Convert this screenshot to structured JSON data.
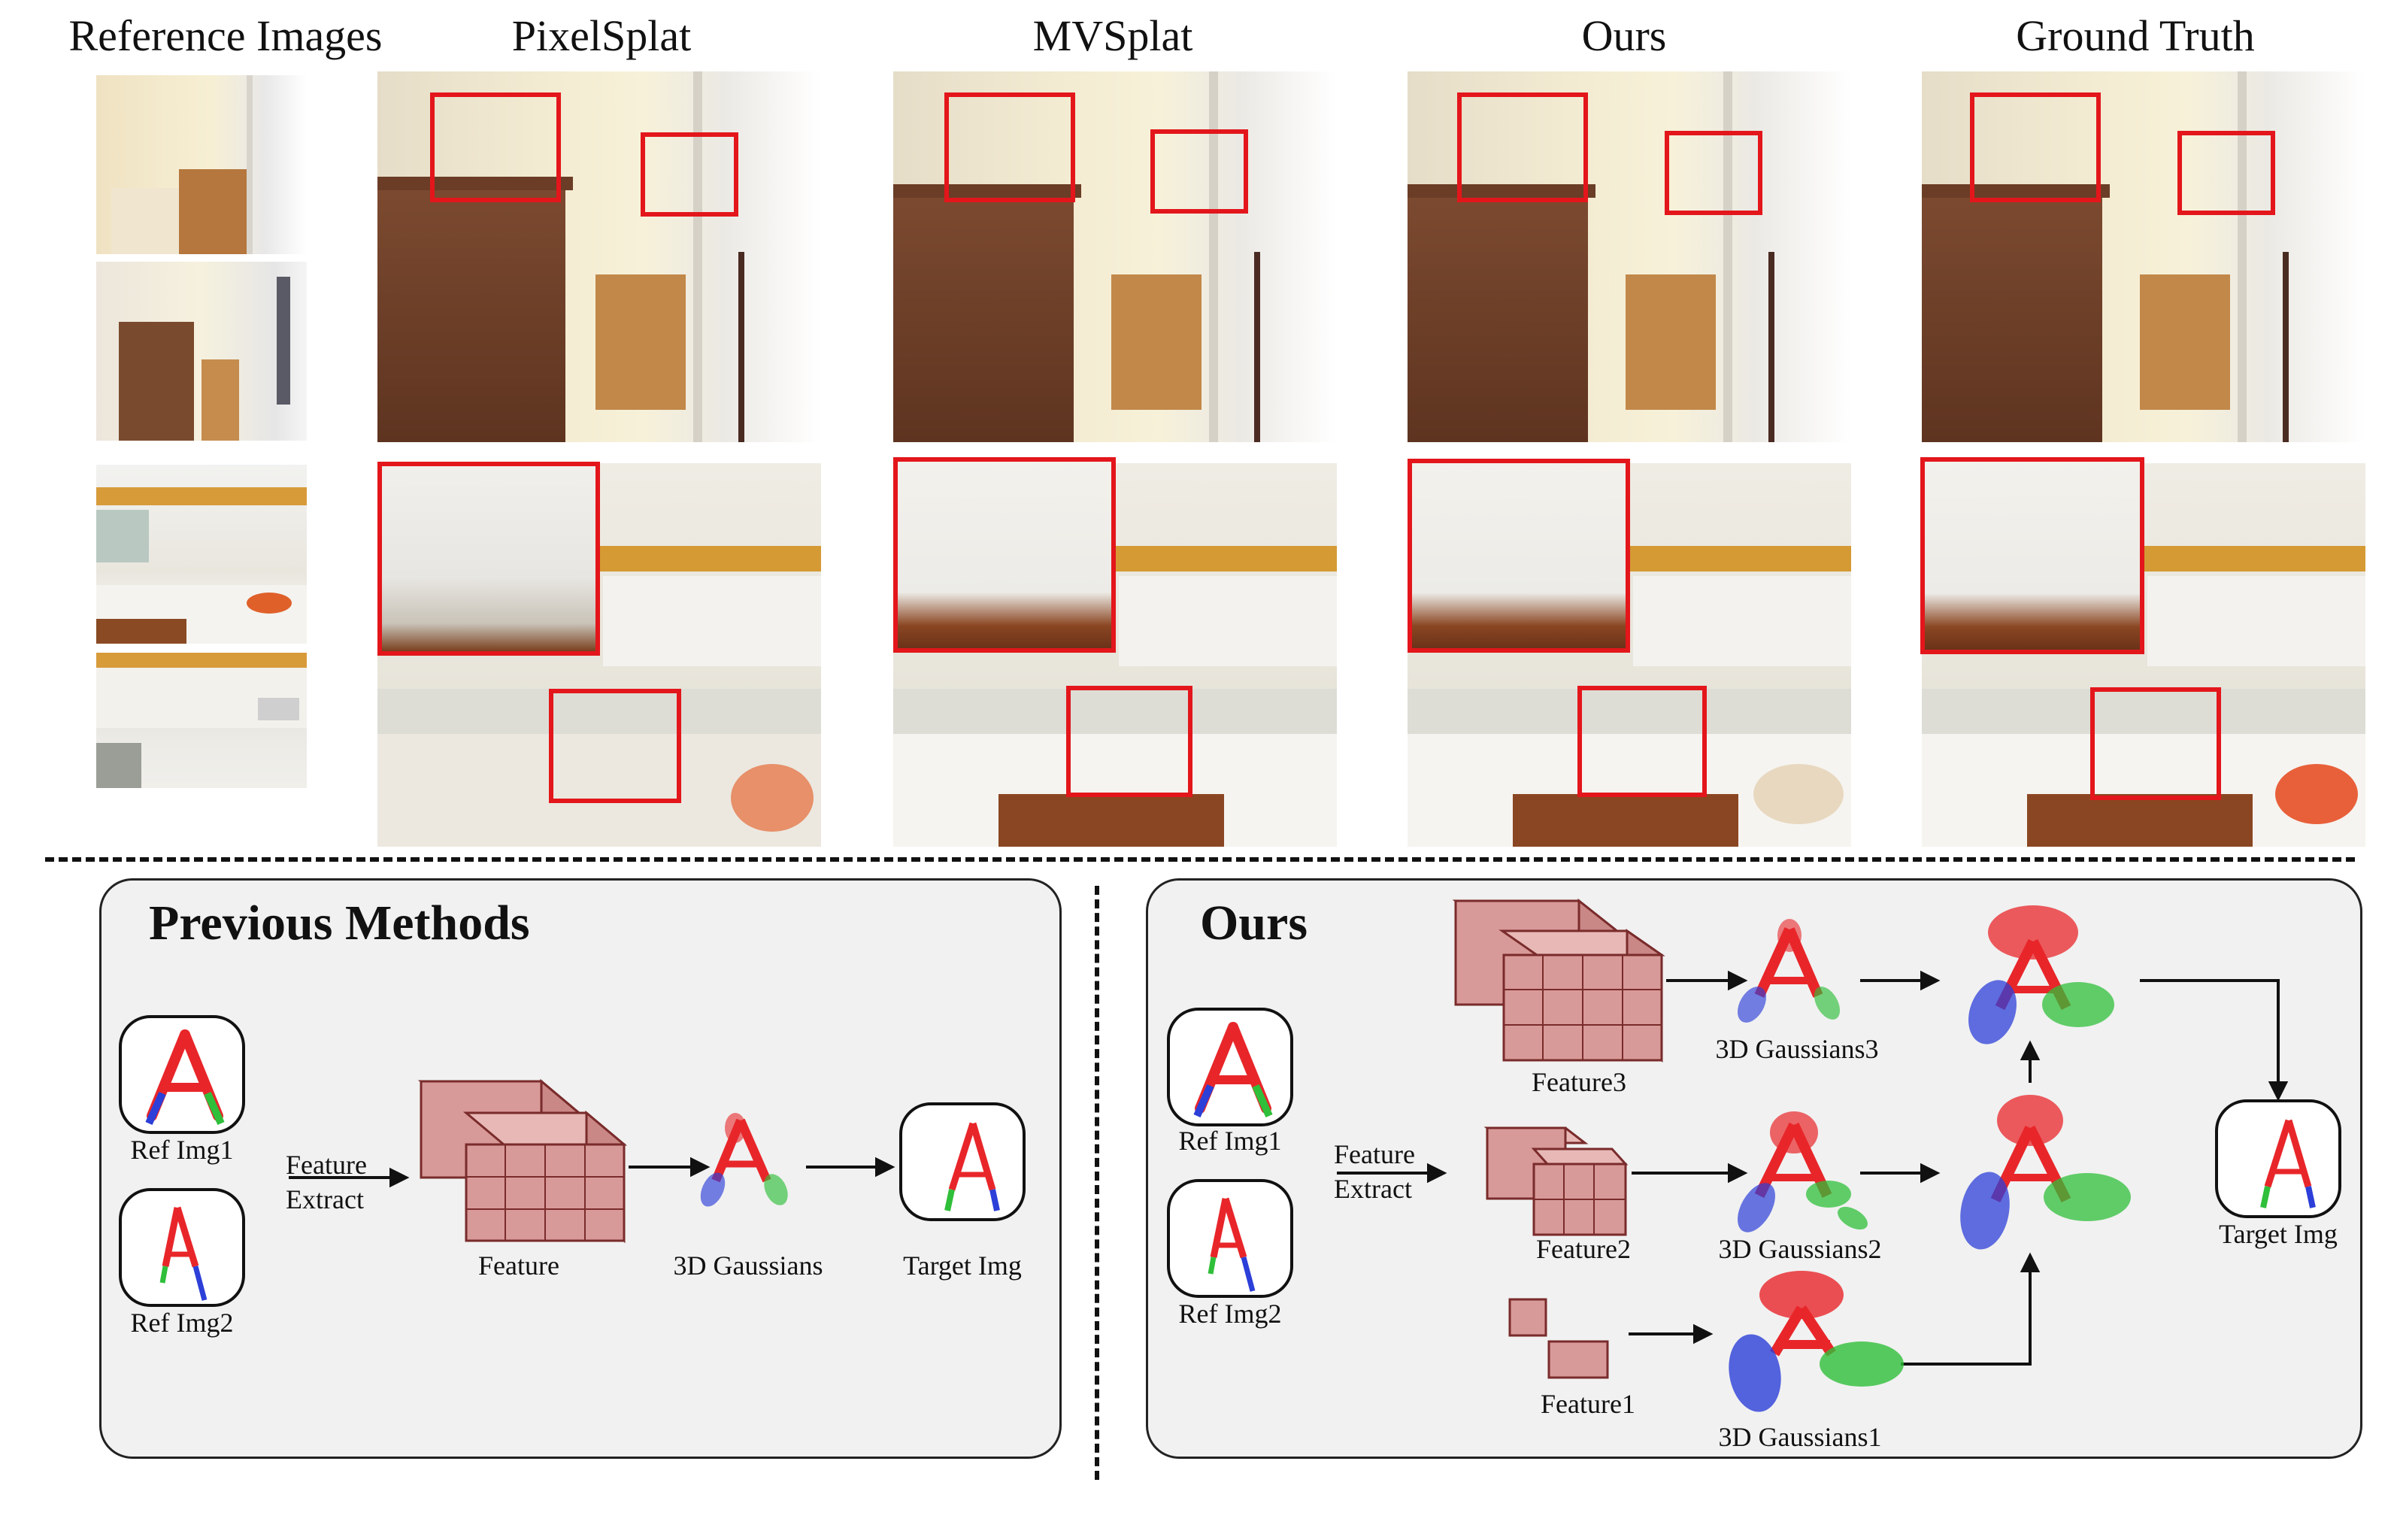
{
  "columns": {
    "reference": "Reference Images",
    "pixelsplat": "PixelSplat",
    "mvsplat": "MVSplat",
    "ours": "Ours",
    "ground_truth": "Ground Truth"
  },
  "previous_panel": {
    "title": "Previous Methods",
    "ref_img1": "Ref Img1",
    "ref_img2": "Ref Img2",
    "feature_extract_line1": "Feature",
    "feature_extract_line2": "Extract",
    "feature": "Feature",
    "gaussians": "3D Gaussians",
    "target": "Target Img"
  },
  "ours_panel": {
    "title": "Ours",
    "ref_img1": "Ref Img1",
    "ref_img2": "Ref Img2",
    "feature_extract_line1": "Feature",
    "feature_extract_line2": "Extract",
    "feature3": "Feature3",
    "feature2": "Feature2",
    "feature1": "Feature1",
    "gaussians3": "3D Gaussians3",
    "gaussians2": "3D Gaussians2",
    "gaussians1": "3D Gaussians1",
    "target": "Target Img"
  },
  "colors": {
    "highlight_box": "#e3161b",
    "feature_cube": "#d89a98",
    "gaussian_red": "#e8262a",
    "gaussian_green": "#2fbf3a",
    "gaussian_blue": "#2c3fd8"
  }
}
